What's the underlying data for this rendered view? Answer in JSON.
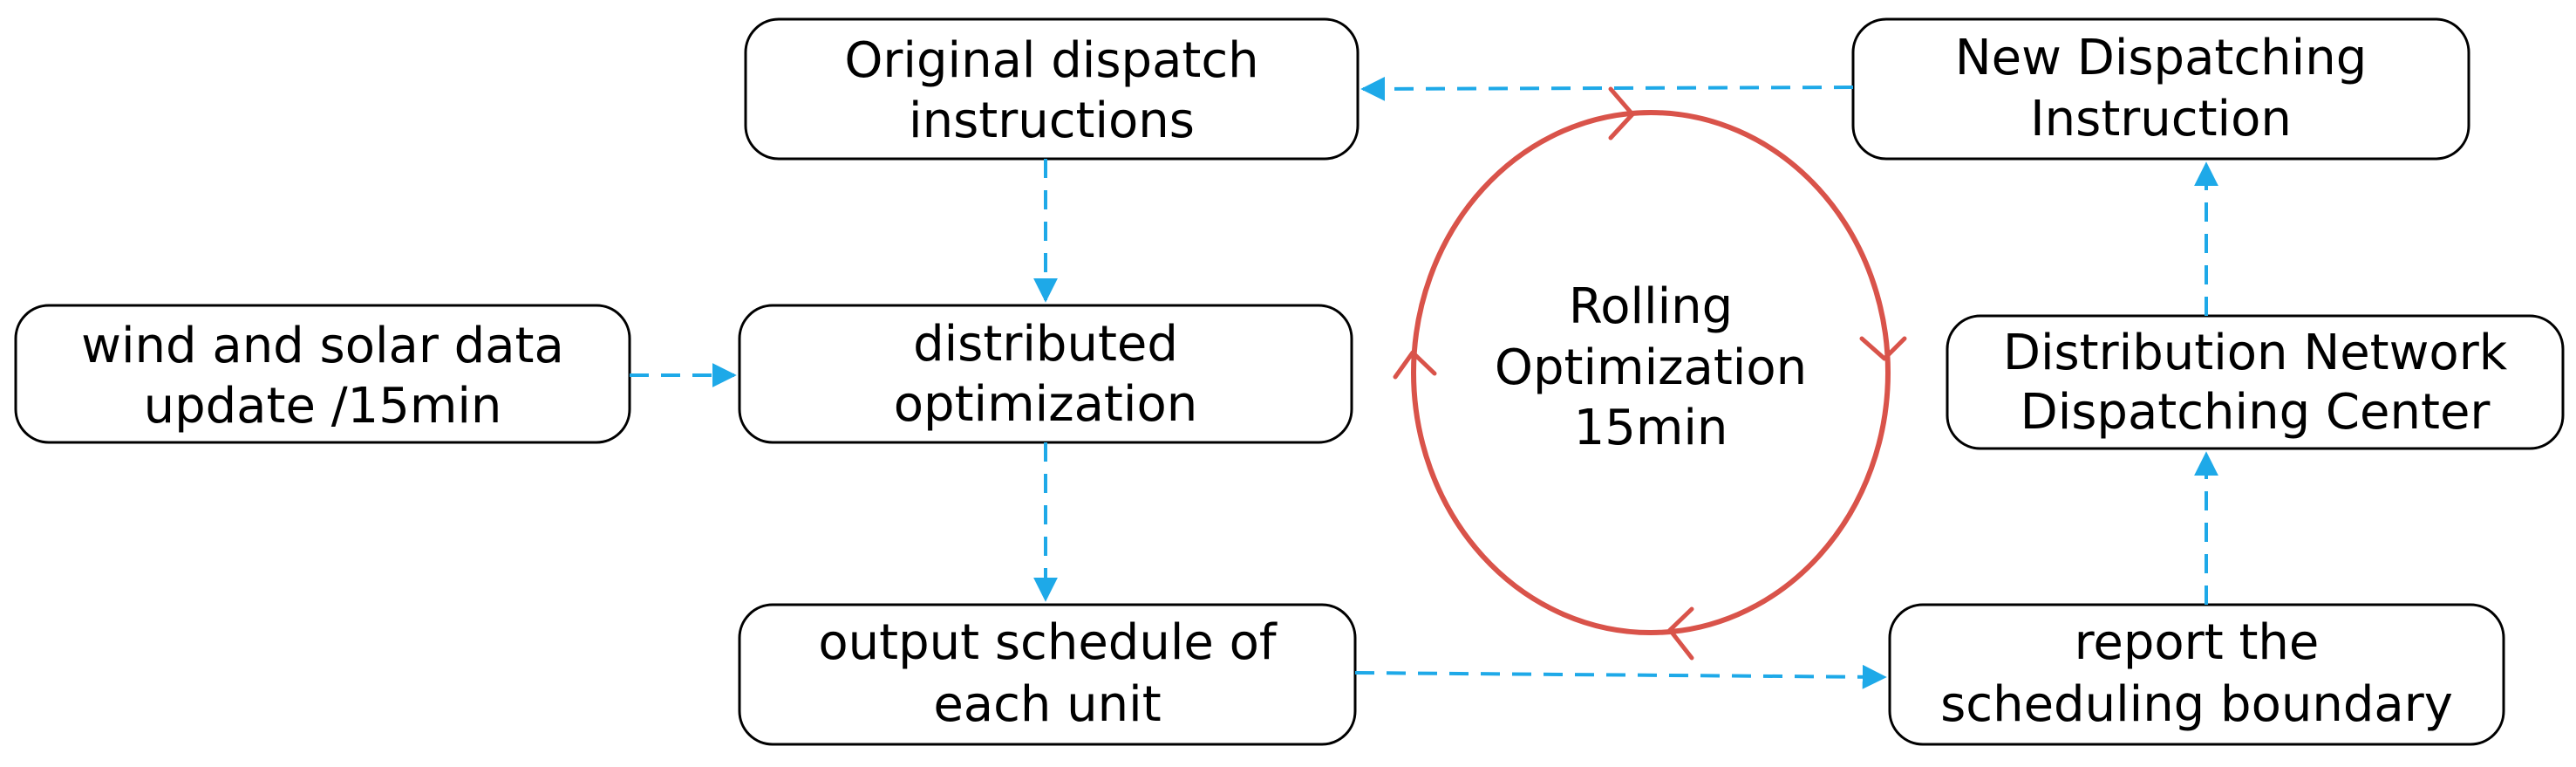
{
  "colors": {
    "flow": "#1ea9e8",
    "loop": "#d9534a",
    "box_border": "#000000"
  },
  "nodes": {
    "original": {
      "line1": "Original dispatch",
      "line2": "instructions"
    },
    "new": {
      "line1": "New Dispatching",
      "line2": "Instruction"
    },
    "wind": {
      "line1": "wind and solar data",
      "line2": "update /15min"
    },
    "distributed": {
      "line1": "distributed",
      "line2": "optimization"
    },
    "center_box": {
      "line1": "Distribution Network",
      "line2": "Dispatching Center"
    },
    "output": {
      "line1": "output schedule of",
      "line2": "each unit"
    },
    "report": {
      "line1": "report the",
      "line2": "scheduling boundary"
    }
  },
  "loop": {
    "line1": "Rolling",
    "line2": "Optimization",
    "line3": "15min"
  }
}
